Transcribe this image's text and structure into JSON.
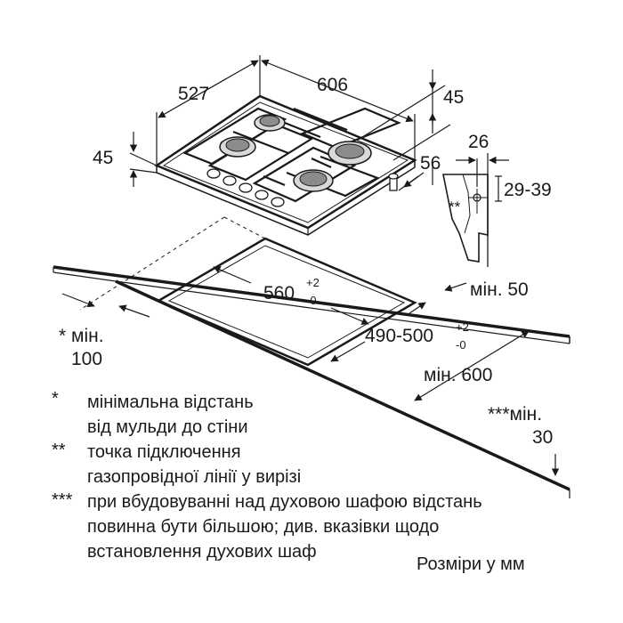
{
  "dimensions": {
    "width_527": "527",
    "width_606": "606",
    "depth_45_right": "45",
    "height_45_left": "45",
    "depth_56": "56",
    "detail_26": "26",
    "detail_29_39": "29-39",
    "detail_marker": "**",
    "cutout_560": "560",
    "cutout_560_tol_plus": "+2",
    "cutout_560_tol_minus": "-0",
    "cutout_490_500": "490-500",
    "cutout_490_tol_plus": "+2",
    "cutout_490_tol_minus": "-0",
    "min_50": "мін. 50",
    "min_600": "мін. 600",
    "min_100_line1": "* мін.",
    "min_100_line2": "100",
    "min_30_line1": "***мін.",
    "min_30_line2": "30"
  },
  "notes": [
    {
      "symbol": "*",
      "lines": [
        "мінімальна відстань",
        "від мульди до стіни"
      ]
    },
    {
      "symbol": "**",
      "lines": [
        "точка підключення",
        "газопровідної лінії у вирізі"
      ]
    },
    {
      "symbol": "***",
      "lines": [
        "при вбудовуванні над духовою шафою відстань",
        "повинна бути більшою; див. вказівки щодо",
        "встановлення духових шаф"
      ]
    }
  ],
  "units_note": "Розміри у мм"
}
